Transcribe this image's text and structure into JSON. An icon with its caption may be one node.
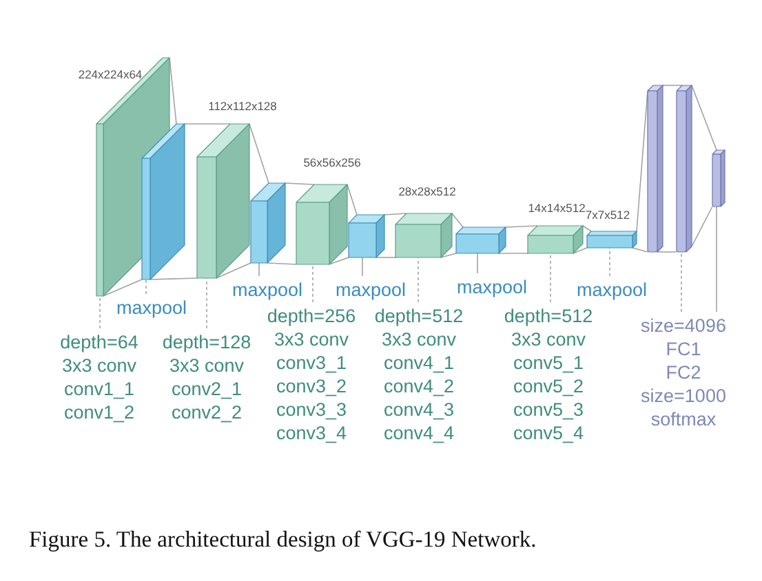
{
  "diagram": {
    "caption": "Figure 5. The architectural design of VGG-19 Network.",
    "nodes": [
      {
        "text": [],
        "shape": "box",
        "beside": [
          "224x224x64"
        ]
      },
      {
        "text": [],
        "shape": "box"
      },
      {
        "text": [],
        "shape": "box",
        "beside": [
          "112x112x128"
        ]
      },
      {
        "text": [],
        "shape": "box"
      },
      {
        "text": [],
        "shape": "box",
        "beside": [
          "56x56x256"
        ]
      },
      {
        "text": [],
        "shape": "box"
      },
      {
        "text": [],
        "shape": "box",
        "beside": [
          "28x28x512"
        ]
      },
      {
        "text": [],
        "shape": "box"
      },
      {
        "text": [],
        "shape": "box",
        "beside": [
          "14x14x512"
        ]
      },
      {
        "text": [],
        "shape": "box",
        "beside": [
          "7x7x512"
        ]
      },
      {
        "text": [],
        "shape": "bar"
      },
      {
        "text": [],
        "shape": "bar"
      },
      {
        "text": [],
        "shape": "bar"
      },
      {
        "text": [
          "maxpool"
        ]
      },
      {
        "text": [
          "depth=64",
          "3x3 conv",
          "conv1_1",
          "conv1_2"
        ]
      },
      {
        "text": [
          "depth=128",
          "3x3 conv",
          "conv2_1",
          "conv2_2"
        ]
      },
      {
        "text": [
          "maxpool"
        ]
      },
      {
        "text": [
          "depth=256",
          "3x3 conv",
          "conv3_1",
          "conv3_2",
          "conv3_3",
          "conv3_4"
        ]
      },
      {
        "text": [
          "maxpool"
        ]
      },
      {
        "text": [
          "maxpool"
        ]
      },
      {
        "text": [
          "depth=512",
          "3x3 conv",
          "conv4_1",
          "conv4_2",
          "conv4_3",
          "conv4_4"
        ]
      },
      {
        "text": [
          "depth=512",
          "3x3 conv",
          "conv5_1",
          "conv5_2",
          "conv5_3",
          "conv5_4"
        ]
      },
      {
        "text": [
          "maxpool"
        ]
      },
      {
        "text": [
          "size=4096",
          "FC1",
          "FC2",
          "size=1000",
          "softmax"
        ]
      }
    ],
    "edges": [
      {
        "from": 0,
        "to": 1,
        "arrow": "none"
      },
      {
        "from": 0,
        "to": 1,
        "arrow": "none"
      },
      {
        "from": 1,
        "to": 2,
        "arrow": "none"
      },
      {
        "from": 1,
        "to": 2,
        "arrow": "none"
      },
      {
        "from": 2,
        "to": 3,
        "arrow": "none"
      },
      {
        "from": 2,
        "to": 3,
        "arrow": "none"
      },
      {
        "from": 3,
        "to": 4,
        "arrow": "none"
      },
      {
        "from": 3,
        "to": 4,
        "arrow": "none"
      },
      {
        "from": 4,
        "to": 5,
        "arrow": "none"
      },
      {
        "from": 4,
        "to": 5,
        "arrow": "none"
      },
      {
        "from": 5,
        "to": 6,
        "arrow": "none"
      },
      {
        "from": 5,
        "to": 6,
        "arrow": "none"
      },
      {
        "from": 6,
        "to": 7,
        "arrow": "none"
      },
      {
        "from": 6,
        "to": 7,
        "arrow": "none"
      },
      {
        "from": 7,
        "to": 8,
        "arrow": "none"
      },
      {
        "from": 7,
        "to": 8,
        "arrow": "none"
      },
      {
        "from": 8,
        "to": 9,
        "arrow": "none"
      },
      {
        "from": 8,
        "to": 9,
        "arrow": "none"
      },
      {
        "from": 9,
        "to": 10,
        "arrow": "none"
      },
      {
        "from": 9,
        "to": 10,
        "arrow": "none"
      },
      {
        "from": 10,
        "to": 11,
        "arrow": "none"
      },
      {
        "from": 10,
        "to": 11,
        "arrow": "none"
      },
      {
        "from": 11,
        "to": 12,
        "arrow": "none"
      },
      {
        "from": 11,
        "to": 12,
        "arrow": "none"
      },
      {
        "from": 13,
        "to": 1,
        "arrow": "none",
        "style": "dashed"
      },
      {
        "from": 14,
        "to": 0,
        "arrow": "none",
        "style": "dashed"
      },
      {
        "from": 15,
        "to": 2,
        "arrow": "none",
        "style": "dashed"
      },
      {
        "from": 16,
        "to": 3,
        "arrow": "none"
      },
      {
        "from": 17,
        "to": 4,
        "arrow": "none",
        "style": "dashed"
      },
      {
        "from": 18,
        "to": 5,
        "arrow": "none"
      },
      {
        "from": 19,
        "to": 7,
        "arrow": "none"
      },
      {
        "from": 20,
        "to": 6,
        "arrow": "none",
        "style": "dashed"
      },
      {
        "from": 21,
        "to": 8,
        "arrow": "none",
        "style": "dashed"
      },
      {
        "from": 22,
        "to": 9,
        "arrow": "none",
        "style": "dashed"
      },
      {
        "from": 23,
        "to": 11,
        "arrow": "none",
        "style": "dashed"
      },
      {
        "from": 23,
        "to": 12,
        "arrow": "none"
      }
    ]
  }
}
